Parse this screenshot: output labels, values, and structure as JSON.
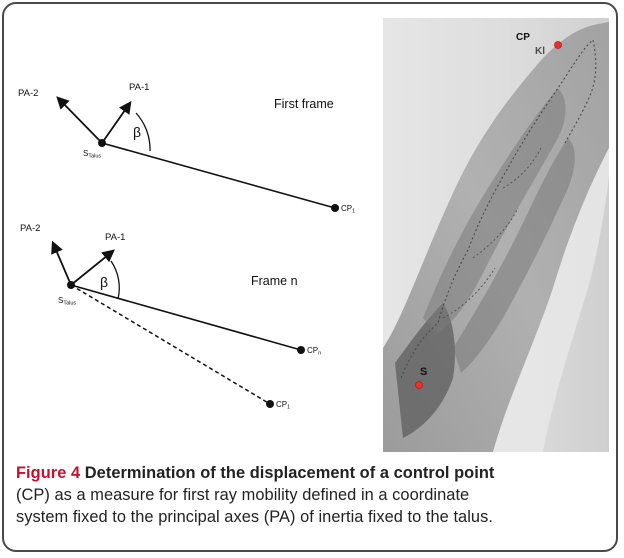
{
  "diagram": {
    "first_frame": {
      "title": "First frame",
      "pa1": "PA-1",
      "pa2": "PA-2",
      "angle": "β",
      "origin_main": "S",
      "origin_sub": "Talus",
      "cp_main": "CP",
      "cp_sub": "1"
    },
    "frame_n": {
      "title": "Frame n",
      "pa1": "PA-1",
      "pa2": "PA-2",
      "angle": "β",
      "origin_main": "S",
      "origin_sub": "Talus",
      "cpn_main": "CP",
      "cpn_sub": "n",
      "cp1_main": "CP",
      "cp1_sub": "1"
    }
  },
  "xray": {
    "cp_label": "CP",
    "partial_label": "Kl",
    "s_label": "S",
    "marker_color": "#e8322b"
  },
  "caption": {
    "figure_label": "Figure 4",
    "title_line1": " Determination of the displacement of a control point",
    "line2": "(CP) as a measure for first ray mobility defined in a coordinate",
    "line3": "system fixed to the principal axes (PA) of inertia fixed to the talus."
  }
}
